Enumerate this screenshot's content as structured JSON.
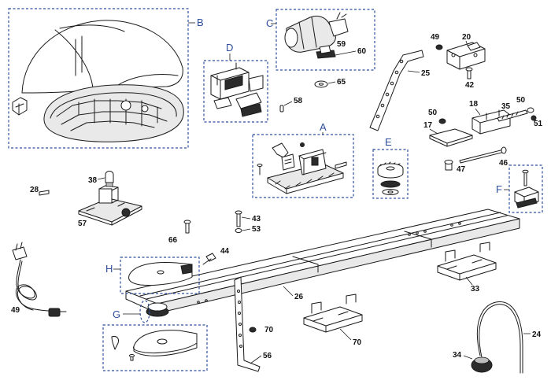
{
  "colors": {
    "group_box": "#2f4f9e",
    "line": "#1a1a1a"
  },
  "groups": [
    {
      "id": "B",
      "label": "B"
    },
    {
      "id": "C",
      "label": "C"
    },
    {
      "id": "D",
      "label": "D"
    },
    {
      "id": "A",
      "label": "A"
    },
    {
      "id": "E",
      "label": "E"
    },
    {
      "id": "F",
      "label": "F"
    },
    {
      "id": "H",
      "label": "H"
    },
    {
      "id": "G",
      "label": "G"
    }
  ],
  "parts": [
    {
      "id": "p49a",
      "label": "49"
    },
    {
      "id": "p20",
      "label": "20"
    },
    {
      "id": "p59",
      "label": "59"
    },
    {
      "id": "p60",
      "label": "60"
    },
    {
      "id": "p65",
      "label": "65"
    },
    {
      "id": "p58",
      "label": "58"
    },
    {
      "id": "p25",
      "label": "25"
    },
    {
      "id": "p42",
      "label": "42"
    },
    {
      "id": "p18",
      "label": "18"
    },
    {
      "id": "p35",
      "label": "35"
    },
    {
      "id": "p50a",
      "label": "50"
    },
    {
      "id": "p50b",
      "label": "50"
    },
    {
      "id": "p51",
      "label": "51"
    },
    {
      "id": "p17",
      "label": "17"
    },
    {
      "id": "p46",
      "label": "46"
    },
    {
      "id": "p47",
      "label": "47"
    },
    {
      "id": "p38",
      "label": "38"
    },
    {
      "id": "p28",
      "label": "28"
    },
    {
      "id": "p57",
      "label": "57"
    },
    {
      "id": "p66",
      "label": "66"
    },
    {
      "id": "p43",
      "label": "43"
    },
    {
      "id": "p53",
      "label": "53"
    },
    {
      "id": "p44",
      "label": "44"
    },
    {
      "id": "p26",
      "label": "26"
    },
    {
      "id": "p70a",
      "label": "70"
    },
    {
      "id": "p70b",
      "label": "70"
    },
    {
      "id": "p56",
      "label": "56"
    },
    {
      "id": "p49b",
      "label": "49"
    },
    {
      "id": "p24",
      "label": "24"
    },
    {
      "id": "p33",
      "label": "33"
    },
    {
      "id": "p34",
      "label": "34"
    }
  ]
}
